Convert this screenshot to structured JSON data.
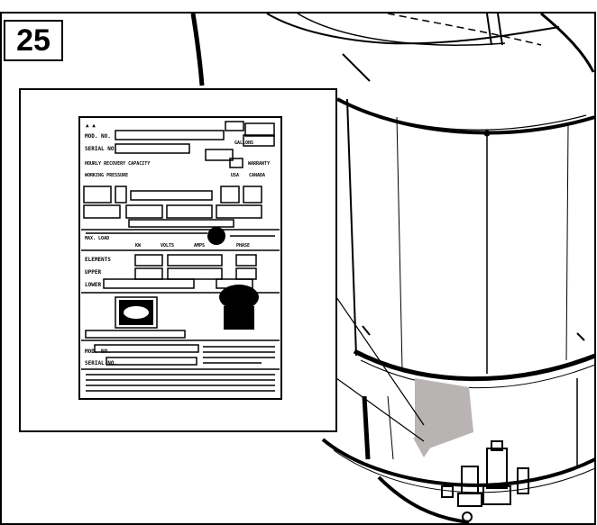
{
  "figure": {
    "step_number": "25"
  },
  "rating_plate": {
    "lines": [
      {
        "key": "model",
        "text": "MOD. NO."
      },
      {
        "key": "serial",
        "text": "SERIAL NO."
      },
      {
        "key": "gallons",
        "text": "GALLONS"
      },
      {
        "key": "capacity",
        "text": "HOURLY RECOVERY CAPACITY"
      },
      {
        "key": "warranty",
        "text": "WARRANTY"
      },
      {
        "key": "working",
        "text": "WORKING PRESSURE"
      },
      {
        "key": "usa",
        "text": "USA"
      },
      {
        "key": "canada",
        "text": "CANADA"
      },
      {
        "key": "maxload",
        "text": "MAX. LOAD"
      },
      {
        "key": "kw",
        "text": "KW"
      },
      {
        "key": "volts",
        "text": "VOLTS"
      },
      {
        "key": "amps",
        "text": "AMPS"
      },
      {
        "key": "phase",
        "text": "PHASE"
      },
      {
        "key": "elements",
        "text": "ELEMENTS"
      },
      {
        "key": "upper",
        "text": "UPPER"
      },
      {
        "key": "lower",
        "text": "LOWER"
      },
      {
        "key": "model2",
        "text": "MOD. NO."
      },
      {
        "key": "serial2",
        "text": "SERIAL NO."
      }
    ]
  },
  "colors": {
    "ink": "#000000",
    "arrow": "#b9b4b4",
    "background": "#ffffff"
  },
  "icons": {
    "heater": "water-heater-tank-icon",
    "arrow": "callout-arrow-icon",
    "ul_logo": "certification-logo-icon"
  }
}
